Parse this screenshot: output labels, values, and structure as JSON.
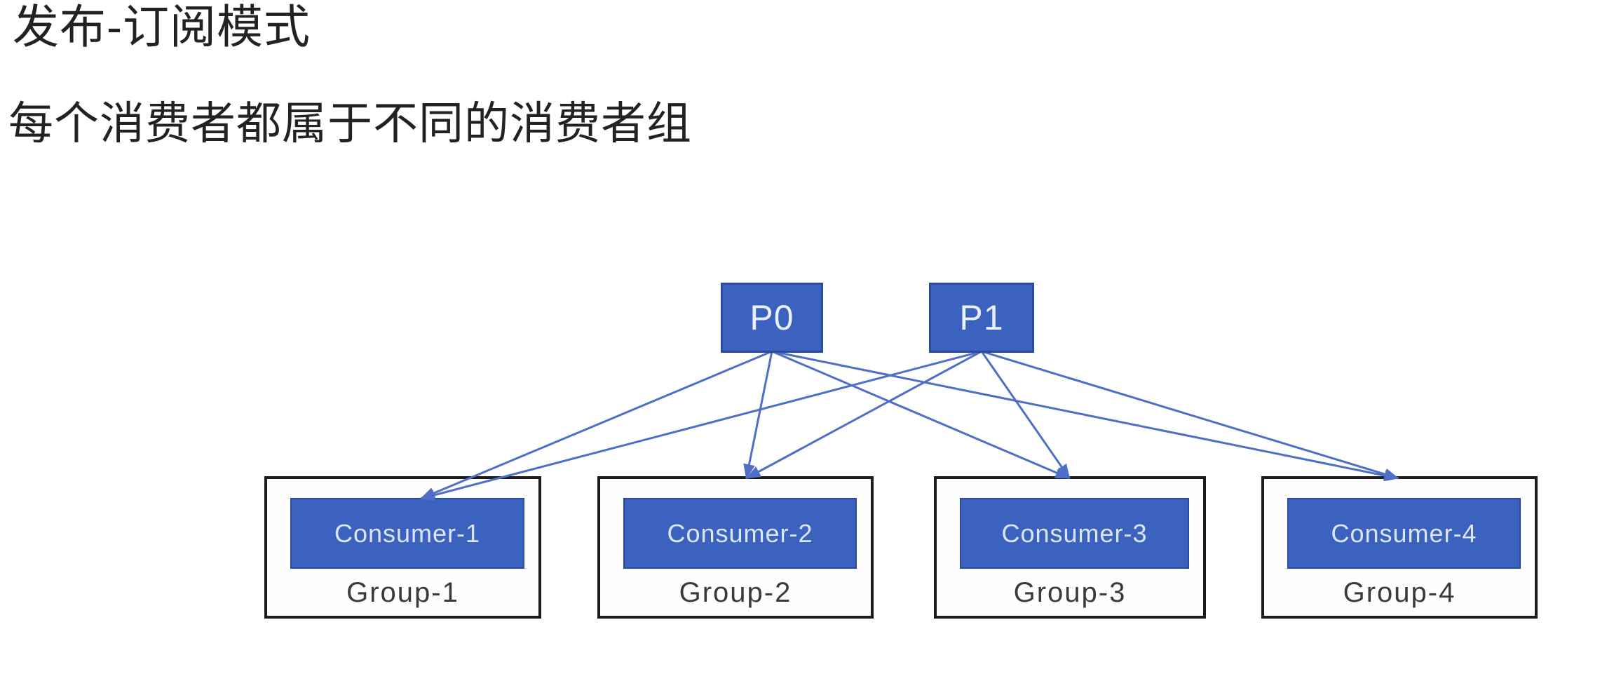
{
  "title": "发布-订阅模式",
  "subtitle": "每个消费者都属于不同的消费者组",
  "diagram": {
    "partitions": [
      {
        "id": "P0",
        "label": "P0"
      },
      {
        "id": "P1",
        "label": "P1"
      }
    ],
    "groups": [
      {
        "label": "Group-1",
        "consumer": {
          "id": "Consumer-1",
          "label": "Consumer-1"
        }
      },
      {
        "label": "Group-2",
        "consumer": {
          "id": "Consumer-2",
          "label": "Consumer-2"
        }
      },
      {
        "label": "Group-3",
        "consumer": {
          "id": "Consumer-3",
          "label": "Consumer-3"
        }
      },
      {
        "label": "Group-4",
        "consumer": {
          "id": "Consumer-4",
          "label": "Consumer-4"
        }
      }
    ],
    "edges": [
      {
        "from": "P0",
        "to": "Consumer-1"
      },
      {
        "from": "P0",
        "to": "Consumer-2"
      },
      {
        "from": "P0",
        "to": "Consumer-3"
      },
      {
        "from": "P0",
        "to": "Consumer-4"
      },
      {
        "from": "P1",
        "to": "Consumer-1"
      },
      {
        "from": "P1",
        "to": "Consumer-2"
      },
      {
        "from": "P1",
        "to": "Consumer-3"
      },
      {
        "from": "P1",
        "to": "Consumer-4"
      }
    ],
    "colors": {
      "page_bg": "#ffffff",
      "title_text": "#222222",
      "node_fill": "#3b62bf",
      "node_border": "#2b4c9e",
      "node_text": "#e9effc",
      "consumer_text": "#dce6f8",
      "arrow": "#4e6fc5",
      "group_border": "#1c1c1c",
      "group_bg": "#fefefe",
      "label_text": "#3a3a3a"
    }
  }
}
